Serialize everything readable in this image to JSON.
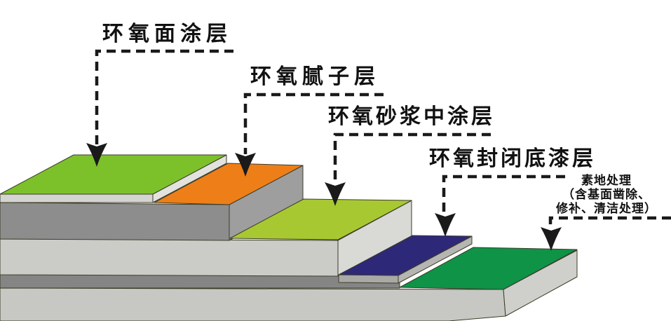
{
  "diagram": {
    "kind": "epoxy-floor-coating-layer-diagram",
    "background": "#ffffff",
    "line_color": "#1a1a1a"
  },
  "layers": [
    {
      "label": "环氧面涂层",
      "color": "#7cc12a"
    },
    {
      "label": "环氧腻子层",
      "color": "#ee7f18"
    },
    {
      "label": "环氧砂浆中涂层",
      "color": "#a8c832"
    },
    {
      "label": "环氧封闭底漆层",
      "color": "#2e2879"
    },
    {
      "label": "素地处理",
      "label_lines": [
        "素地处理",
        "（含基面凿除、",
        "修补、清洁处理）"
      ],
      "color": "#0e9347"
    }
  ],
  "slab_colors": {
    "dark_gray_front": "#8d8d8d",
    "dark_gray_side": "#9e9e9e",
    "light_gray_front": "#cbcbc7",
    "light_gray_side": "#d9d9d5",
    "thin_edge_front": "#d4d4d0",
    "thin_edge_side": "#e2e2de",
    "base_band": "#858585",
    "concrete_front": "#c7c7c3",
    "concrete_side": "#cfcfcb"
  }
}
